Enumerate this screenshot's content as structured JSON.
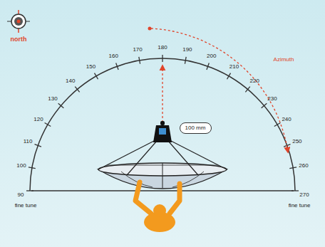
{
  "diagram": {
    "nodes": [
      {
        "text": [
          "100 mm"
        ]
      }
    ],
    "labels": [
      "north",
      "Azimuth",
      "90",
      "100",
      "110",
      "120",
      "130",
      "140",
      "150",
      "160",
      "170",
      "180",
      "190",
      "200",
      "210",
      "220",
      "230",
      "240",
      "250",
      "260",
      "270",
      "fine tune",
      "fine tune"
    ]
  }
}
